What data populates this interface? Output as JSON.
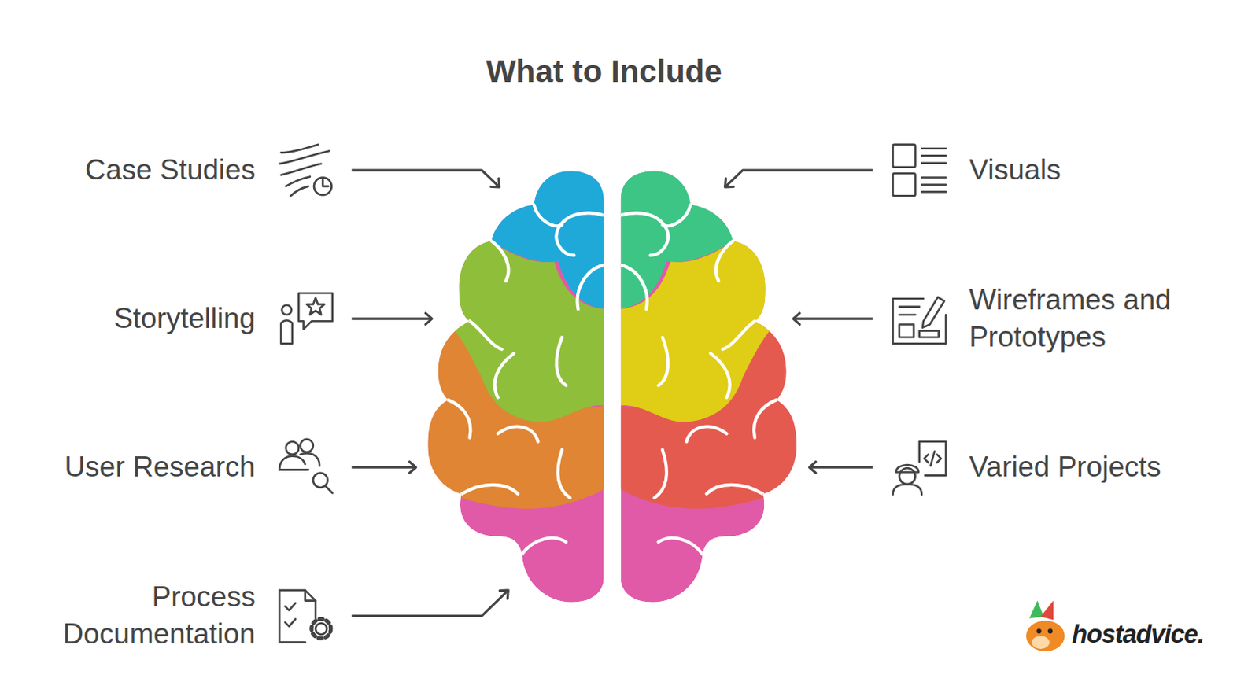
{
  "diagram": {
    "title": "What to Include",
    "labels": [
      "Case Studies",
      "Storytelling",
      "User Research",
      "Process Documentation",
      "Visuals",
      "Wireframes and Prototypes",
      "Varied Projects",
      "hostadvice."
    ]
  }
}
